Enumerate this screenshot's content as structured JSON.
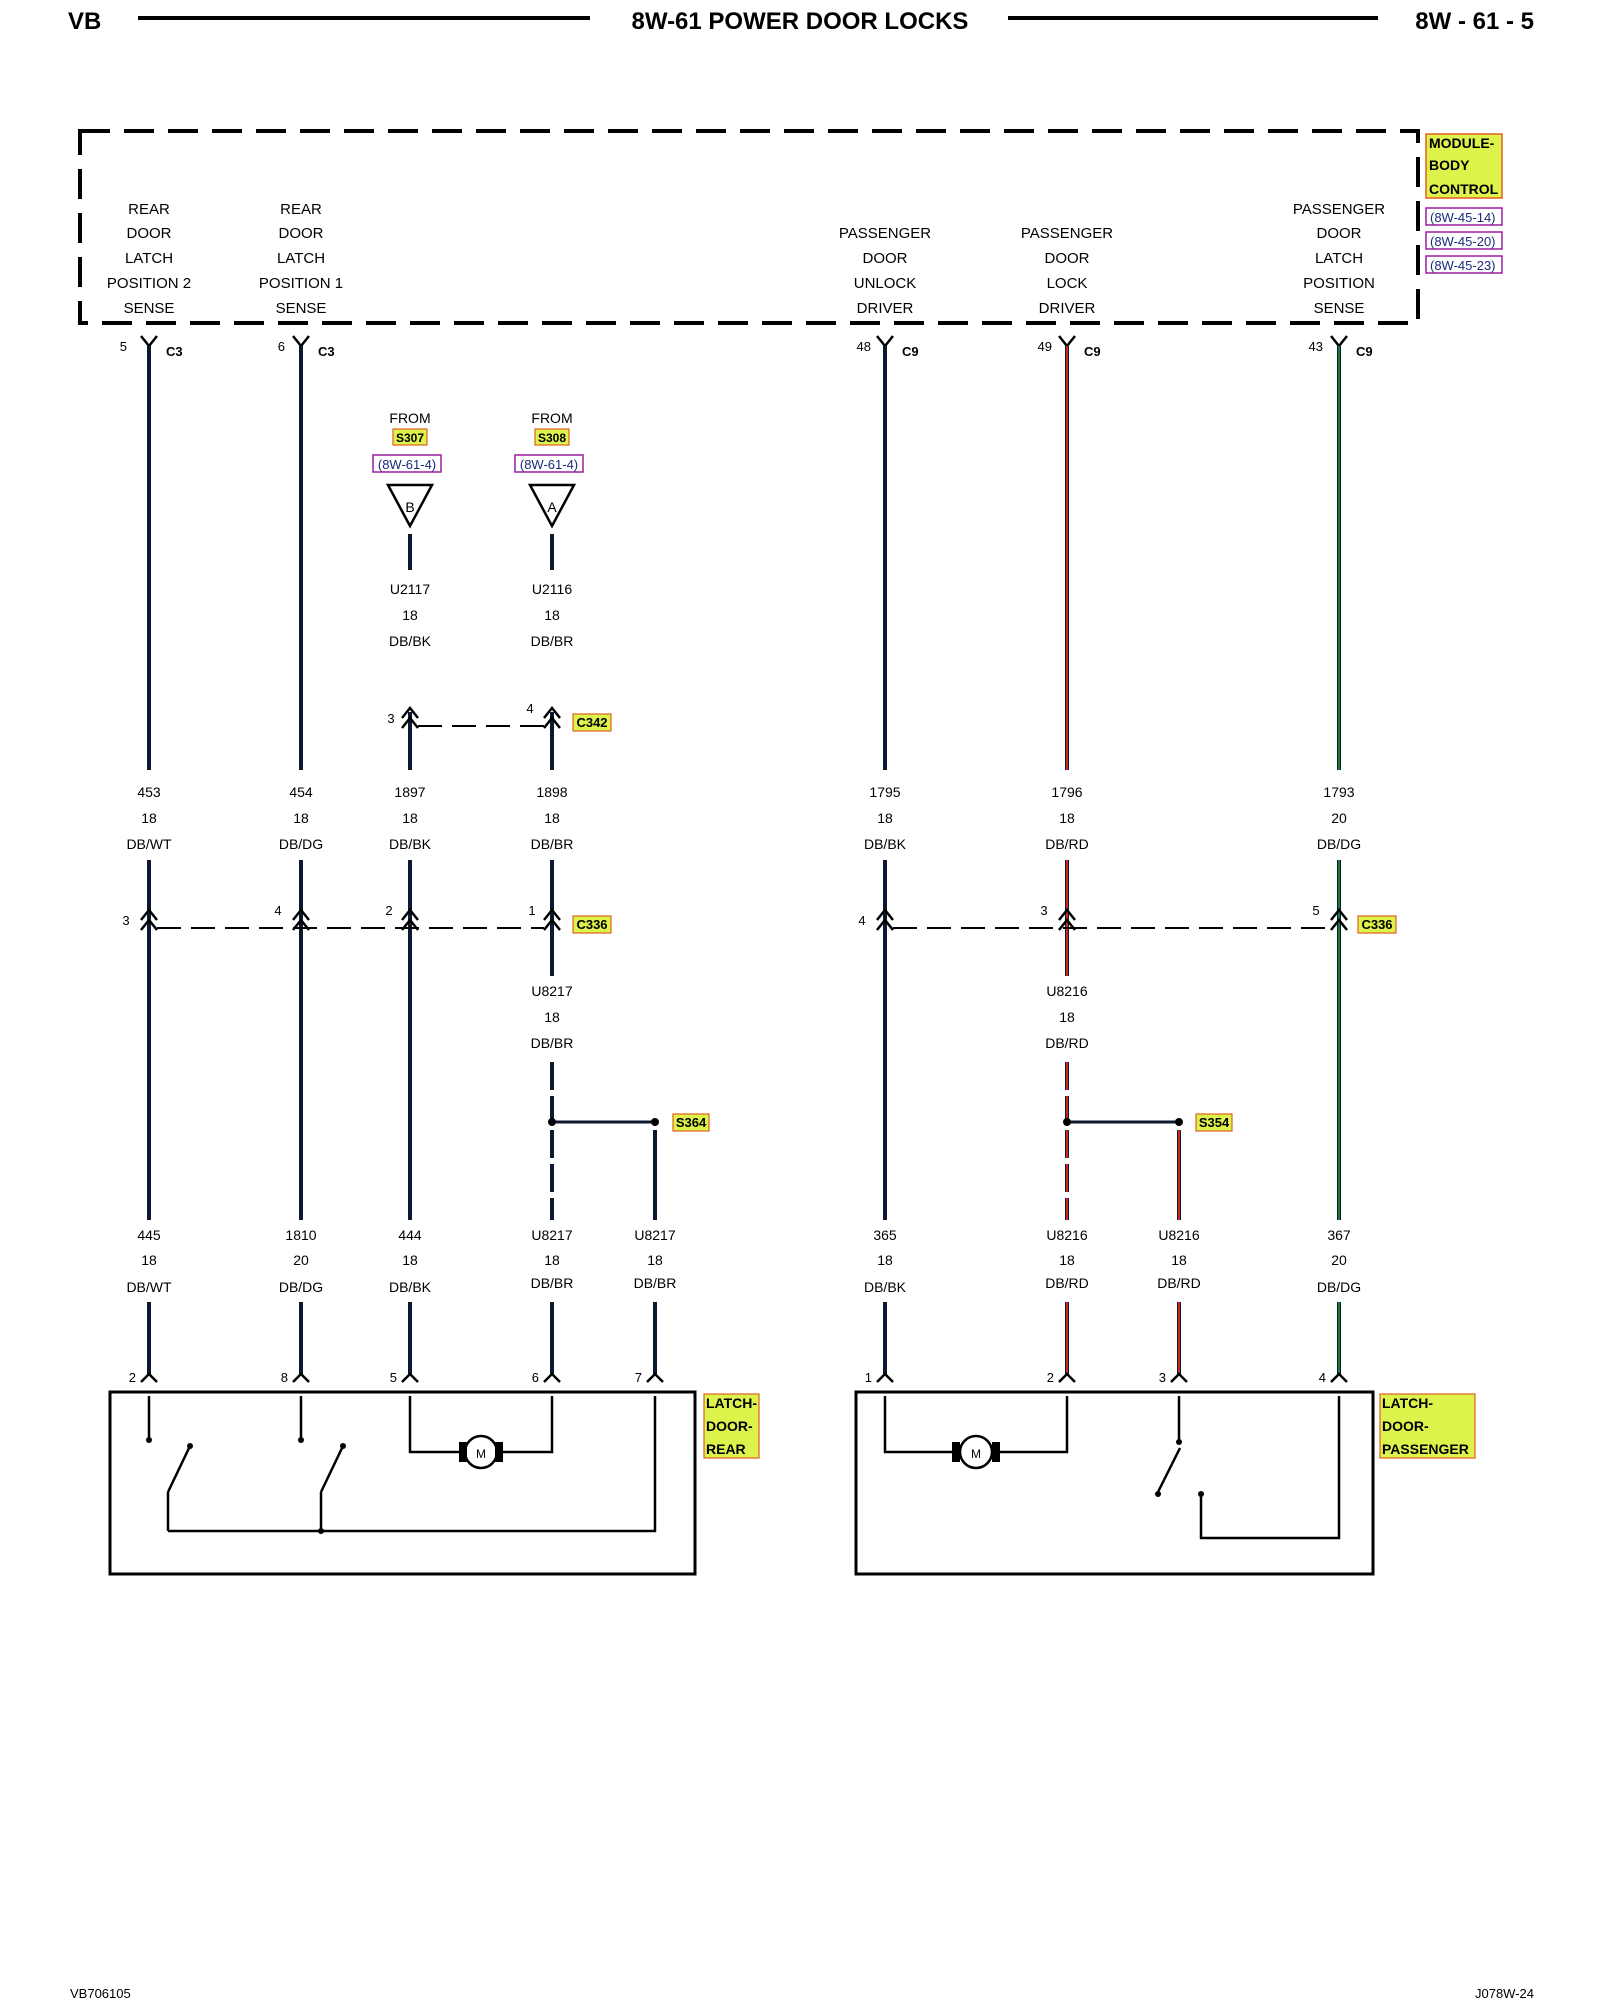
{
  "header": {
    "left": "VB",
    "title": "8W-61 POWER DOOR LOCKS",
    "right": "8W - 61 - 5"
  },
  "footer": {
    "left": "VB706105",
    "right": "J078W-24"
  },
  "colors": {
    "wire_dark": "#0b1a30",
    "wire_red": "#d0261c",
    "wire_green": "#1d7a2c",
    "label_fill": "#ddf24a",
    "label_border": "#e06020",
    "ref_border": "#9a1fa0"
  },
  "module": {
    "name_lines": [
      "MODULE-",
      "BODY",
      "CONTROL"
    ],
    "refs": [
      "(8W-45-14)",
      "(8W-45-20)",
      "(8W-45-23)"
    ],
    "pins": [
      {
        "lines": [
          "REAR",
          "DOOR",
          "LATCH",
          "POSITION 2",
          "SENSE"
        ],
        "pin": "5",
        "conn": "C3"
      },
      {
        "lines": [
          "REAR",
          "DOOR",
          "LATCH",
          "POSITION 1",
          "SENSE"
        ],
        "pin": "6",
        "conn": "C3"
      },
      {
        "lines": [
          "PASSENGER",
          "DOOR",
          "UNLOCK",
          "DRIVER"
        ],
        "pin": "48",
        "conn": "C9"
      },
      {
        "lines": [
          "PASSENGER",
          "DOOR",
          "LOCK",
          "DRIVER"
        ],
        "pin": "49",
        "conn": "C9"
      },
      {
        "lines": [
          "PASSENGER",
          "DOOR",
          "LATCH",
          "POSITION",
          "SENSE"
        ],
        "pin": "43",
        "conn": "C9"
      }
    ]
  },
  "from_sources": [
    {
      "text": "FROM",
      "splice": "S307",
      "ref": "(8W-61-4)",
      "letter": "B"
    },
    {
      "text": "FROM",
      "splice": "S308",
      "ref": "(8W-61-4)",
      "letter": "A"
    }
  ],
  "wires": {
    "upper": [
      {
        "circuit": "U2117",
        "gauge": "18",
        "color": "DB/BK"
      },
      {
        "circuit": "U2116",
        "gauge": "18",
        "color": "DB/BR"
      }
    ],
    "mid": [
      {
        "circuit": "453",
        "gauge": "18",
        "color": "DB/WT"
      },
      {
        "circuit": "454",
        "gauge": "18",
        "color": "DB/DG"
      },
      {
        "circuit": "1897",
        "gauge": "18",
        "color": "DB/BK"
      },
      {
        "circuit": "1898",
        "gauge": "18",
        "color": "DB/BR"
      },
      {
        "circuit": "1795",
        "gauge": "18",
        "color": "DB/BK"
      },
      {
        "circuit": "1796",
        "gauge": "18",
        "color": "DB/RD"
      },
      {
        "circuit": "1793",
        "gauge": "20",
        "color": "DB/DG"
      }
    ],
    "after336": [
      {
        "circuit": "U8217",
        "gauge": "18",
        "color": "DB/BR"
      },
      {
        "circuit": "U8216",
        "gauge": "18",
        "color": "DB/RD"
      }
    ],
    "lower": [
      {
        "circuit": "445",
        "gauge": "18",
        "color": "DB/WT"
      },
      {
        "circuit": "1810",
        "gauge": "20",
        "color": "DB/DG"
      },
      {
        "circuit": "444",
        "gauge": "18",
        "color": "DB/BK"
      },
      {
        "circuit": "U8217",
        "gauge": "18",
        "color": "DB/BR"
      },
      {
        "circuit": "U8217",
        "gauge": "18",
        "color": "DB/BR"
      },
      {
        "circuit": "365",
        "gauge": "18",
        "color": "DB/BK"
      },
      {
        "circuit": "U8216",
        "gauge": "18",
        "color": "DB/RD"
      },
      {
        "circuit": "U8216",
        "gauge": "18",
        "color": "DB/RD"
      },
      {
        "circuit": "367",
        "gauge": "20",
        "color": "DB/DG"
      }
    ]
  },
  "connectors": {
    "c342": {
      "name": "C342",
      "pins": [
        "3",
        "4"
      ]
    },
    "c336_left": {
      "name": "C336",
      "pins": [
        "3",
        "4",
        "2",
        "1"
      ]
    },
    "c336_right": {
      "name": "C336",
      "pins": [
        "4",
        "3",
        "5"
      ]
    }
  },
  "splices": {
    "left": "S364",
    "right": "S354"
  },
  "components": {
    "rear": {
      "name_lines": [
        "LATCH-",
        "DOOR-",
        "REAR"
      ],
      "pins": [
        "2",
        "8",
        "5",
        "6",
        "7"
      ]
    },
    "passenger": {
      "name_lines": [
        "LATCH-",
        "DOOR-",
        "PASSENGER"
      ],
      "pins": [
        "1",
        "2",
        "3",
        "4"
      ]
    }
  },
  "motor_label": "M"
}
